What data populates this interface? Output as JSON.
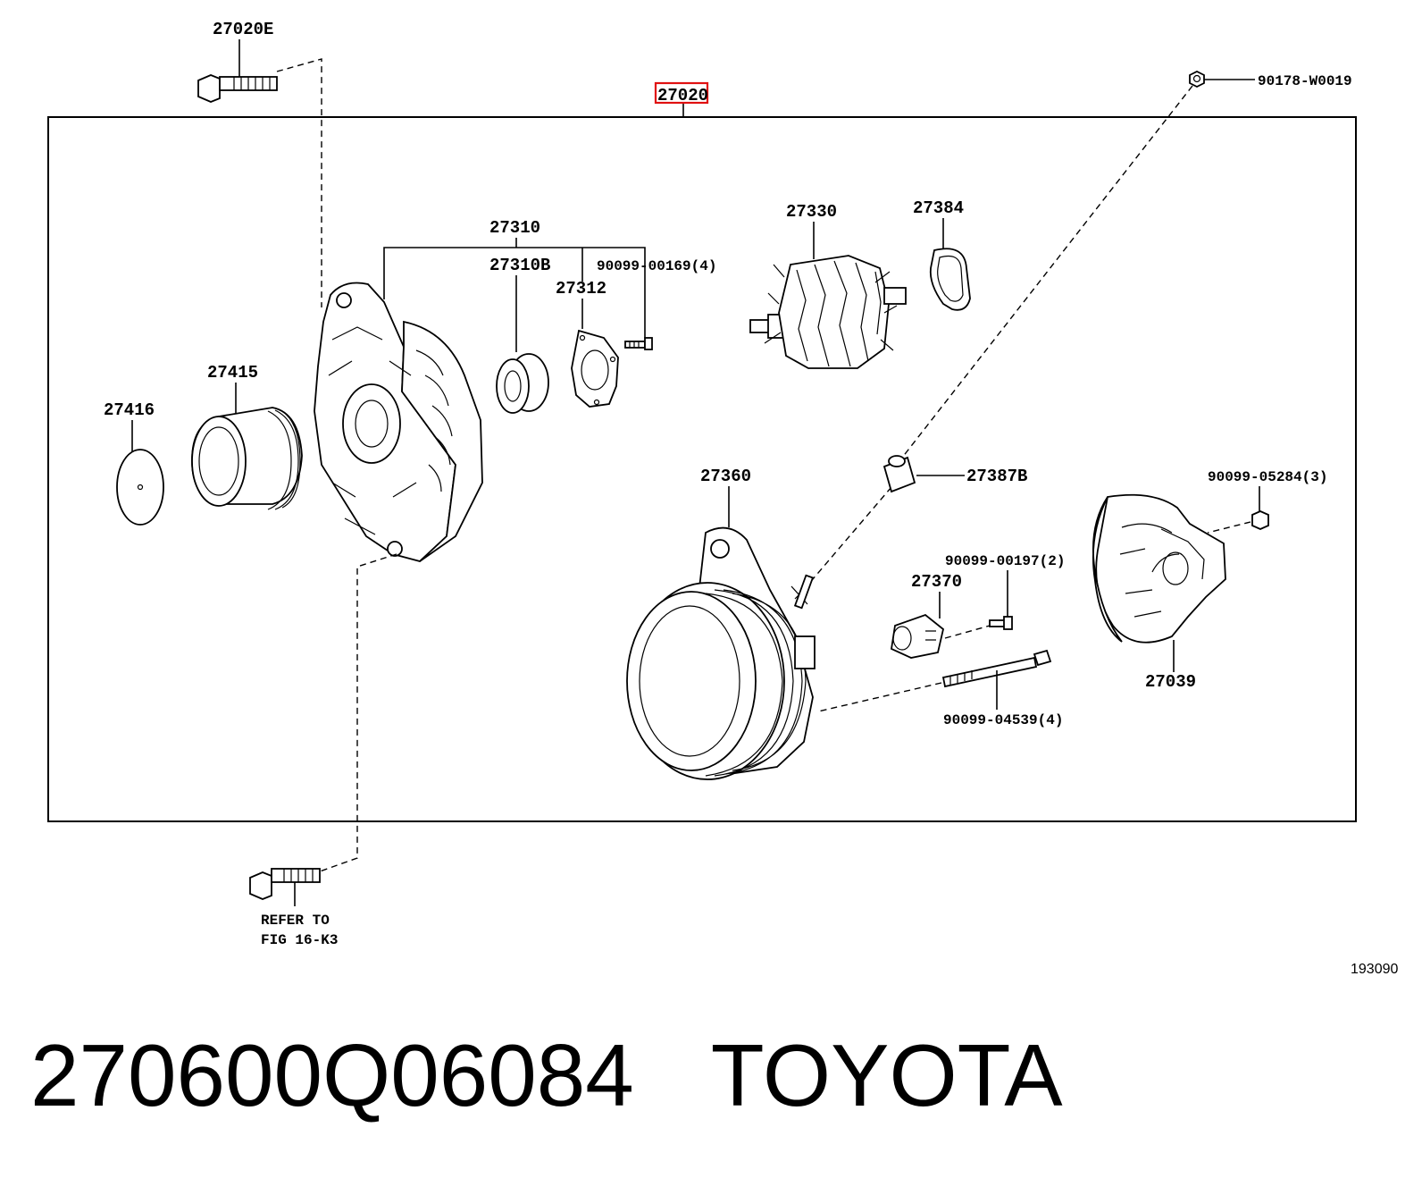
{
  "diagram": {
    "assembly_label": "27020",
    "labels": {
      "p27020E": "27020E",
      "p90178": "90178-W0019",
      "p27310": "27310",
      "p27310B": "27310B",
      "p90099_00169": "90099-00169(4)",
      "p27312": "27312",
      "p27330": "27330",
      "p27384": "27384",
      "p27415": "27415",
      "p27416": "27416",
      "p27360": "27360",
      "p27387B": "27387B",
      "p90099_05284": "90099-05284(3)",
      "p90099_00197": "90099-00197(2)",
      "p27370": "27370",
      "p27039": "27039",
      "p90099_04539": "90099-04539(4)",
      "refer_line1": "REFER TO",
      "refer_line2": "FIG 16-K3"
    },
    "diagram_number": "193090",
    "highlight_color": "#e01010"
  },
  "footer": {
    "part_number": "270600Q06084",
    "brand": "TOYOTA"
  }
}
